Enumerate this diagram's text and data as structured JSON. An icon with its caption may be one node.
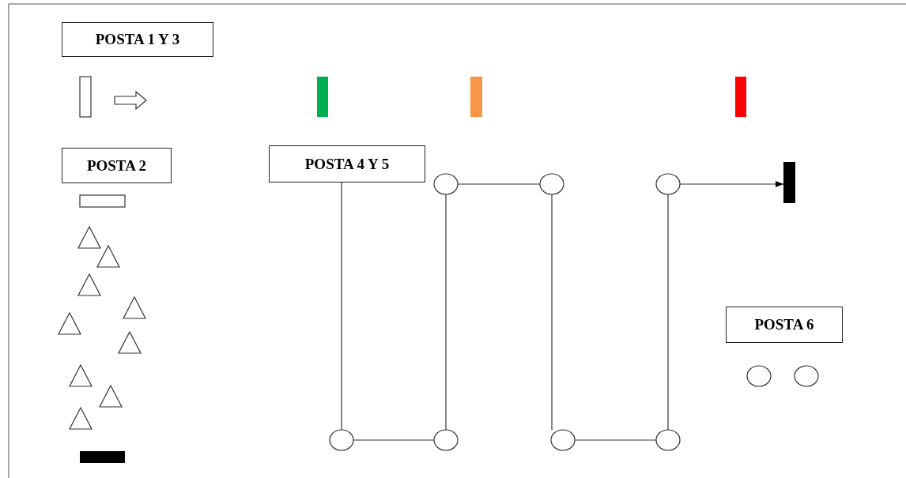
{
  "diagram": {
    "nodes": [
      {
        "text": [
          "POSTA 1 Y 3"
        ]
      },
      {
        "text": [
          "POSTA 2"
        ]
      },
      {
        "text": [
          "POSTA 4 Y 5"
        ]
      },
      {
        "text": [],
        "shape": "circle"
      },
      {
        "text": [],
        "shape": "circle"
      },
      {
        "text": [],
        "shape": "circle"
      },
      {
        "text": [],
        "shape": "circle"
      },
      {
        "text": [],
        "shape": "circle"
      },
      {
        "text": [],
        "shape": "circle"
      },
      {
        "text": [],
        "shape": "circle"
      },
      {
        "text": [],
        "shape": "bar"
      },
      {
        "text": [
          "POSTA 6"
        ]
      },
      {
        "text": [],
        "shape": "circle"
      },
      {
        "text": [],
        "shape": "circle"
      }
    ],
    "edges": [
      {
        "from": 2,
        "to": 3,
        "arrow": "none"
      },
      {
        "from": 3,
        "to": 4,
        "arrow": "none"
      },
      {
        "from": 4,
        "to": 5,
        "arrow": "none"
      },
      {
        "from": 5,
        "to": 6,
        "arrow": "none"
      },
      {
        "from": 6,
        "to": 7,
        "arrow": "none"
      },
      {
        "from": 7,
        "to": 8,
        "arrow": "none"
      },
      {
        "from": 8,
        "to": 9,
        "arrow": "none"
      },
      {
        "from": 9,
        "to": 10,
        "arrow": "to"
      }
    ]
  }
}
